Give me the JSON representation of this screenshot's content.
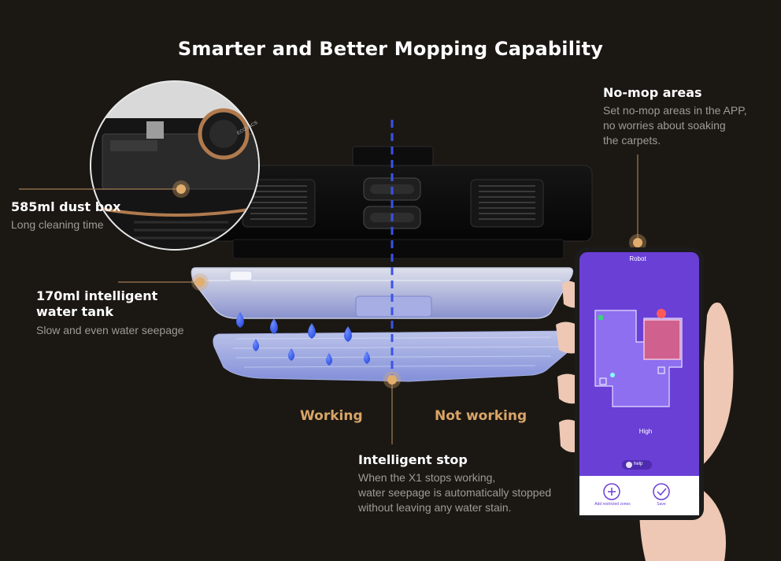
{
  "title": "Smarter and Better Mopping Capability",
  "features": {
    "no_mop": {
      "heading": "No-mop areas",
      "lines": [
        "Set no-mop areas in the APP,",
        "no worries about soaking",
        "the carpets."
      ]
    },
    "dust_box": {
      "heading": "585ml dust box",
      "lines": [
        "Long cleaning time"
      ]
    },
    "water_tank": {
      "heading_lines": [
        "170ml intelligent",
        "water tank"
      ],
      "lines": [
        "Slow and even water seepage"
      ]
    },
    "intelligent_stop": {
      "heading": "Intelligent stop",
      "lines": [
        "When the X1 stops working,",
        "water seepage is automatically stopped",
        "without leaving any water stain."
      ]
    }
  },
  "states": {
    "working": "Working",
    "not_working": "Not working"
  },
  "phone": {
    "header": "Robot",
    "mode": "High",
    "help": "help",
    "add_zones": "Add restricted zones",
    "save": "Save",
    "colors": {
      "screen_top": "#7b4fe0",
      "screen_bottom": "#5b2fc4",
      "zone": "#d0608e"
    }
  },
  "robot_label": "ECOVACS"
}
